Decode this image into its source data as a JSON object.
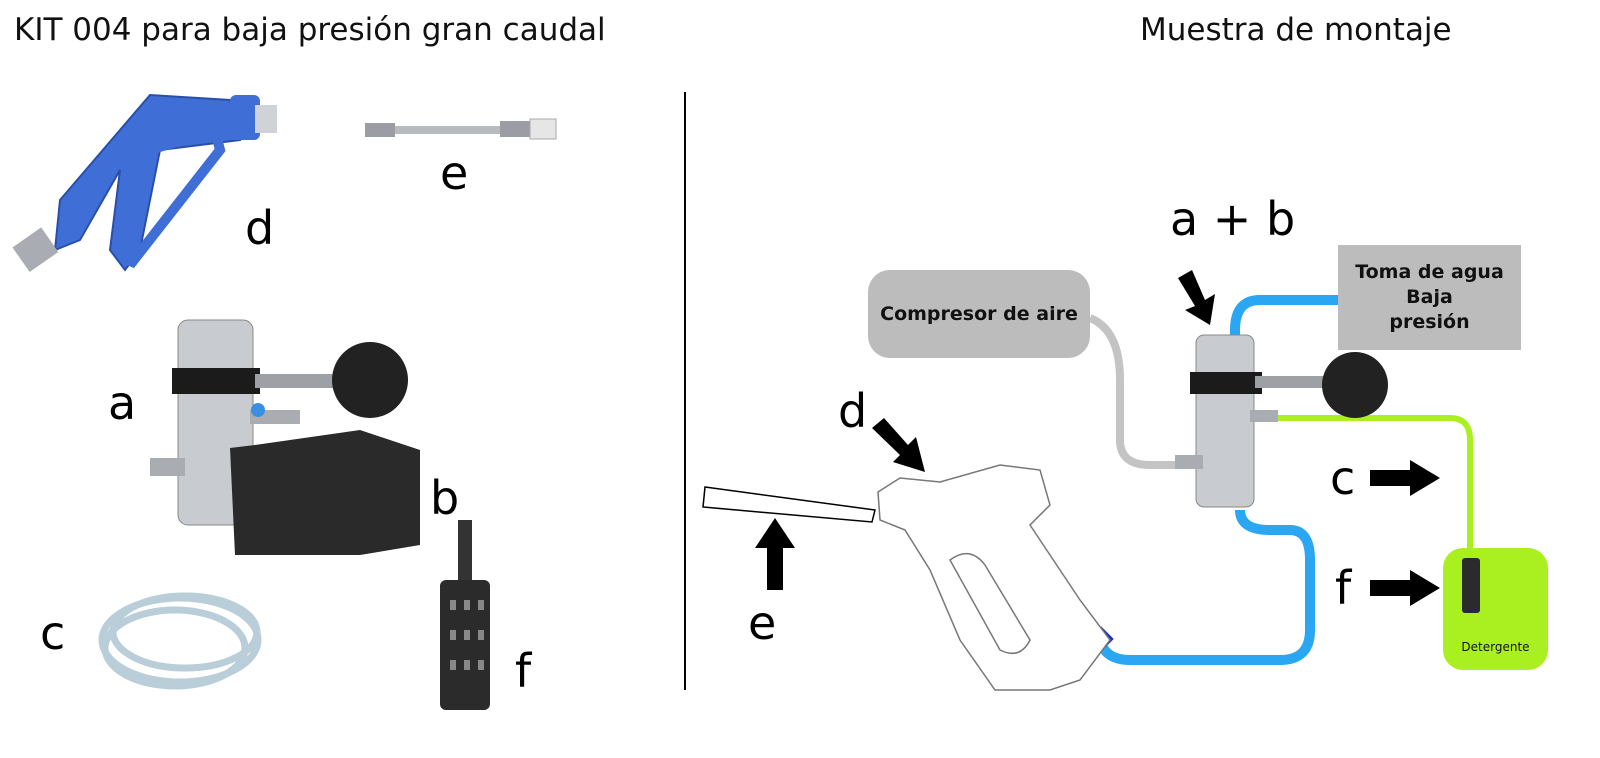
{
  "left_panel": {
    "title": "KIT 004 para baja presión gran caudal",
    "labels": {
      "d": "d",
      "e": "e",
      "a": "a",
      "b": "b",
      "c": "c",
      "f": "f"
    }
  },
  "right_panel": {
    "title": "Muestra de montaje",
    "labels": {
      "ab": "a + b",
      "d": "d",
      "e": "e",
      "c": "c",
      "f": "f"
    },
    "water_inlet": {
      "line1": "Toma de agua",
      "line2": "Baja",
      "line3": "presión"
    },
    "compressor": "Compresor de aire",
    "detergent": "Detergente"
  },
  "colors": {
    "water_hose": "#2aa6f2",
    "detergent_hose": "#aaf020",
    "air_hose": "#c4c4c4",
    "gun": "#3f6fd6",
    "box_gray": "#bcbcbc"
  }
}
